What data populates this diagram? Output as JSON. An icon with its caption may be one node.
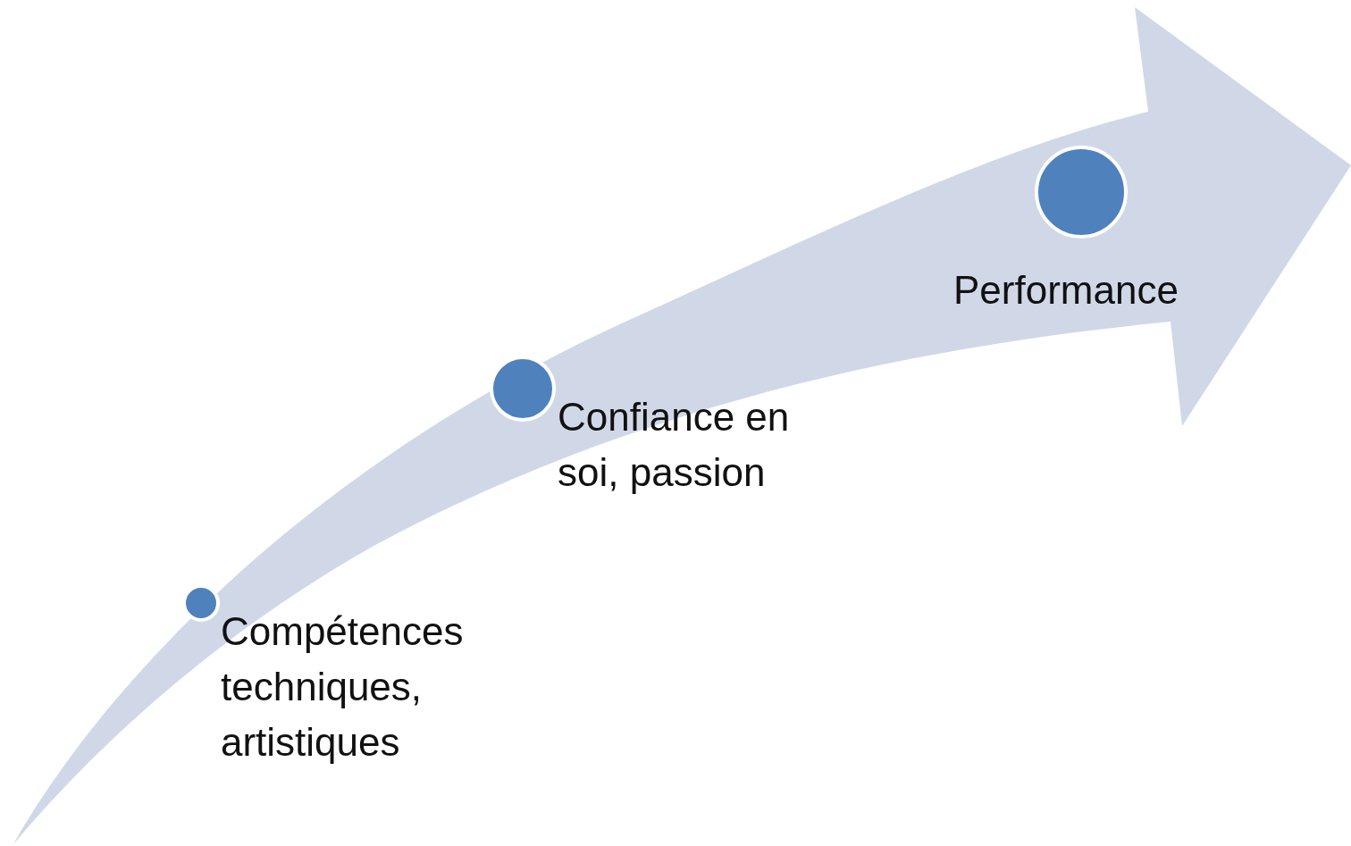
{
  "diagram": {
    "nodes": [
      {
        "text": [],
        "shape": "circle",
        "beside": [
          "Compétences techniques, artistiques"
        ]
      },
      {
        "text": [],
        "shape": "circle",
        "beside": [
          "Confiance en soi, passion"
        ]
      },
      {
        "text": [],
        "shape": "circle",
        "beside": [
          "Performance"
        ]
      }
    ]
  }
}
